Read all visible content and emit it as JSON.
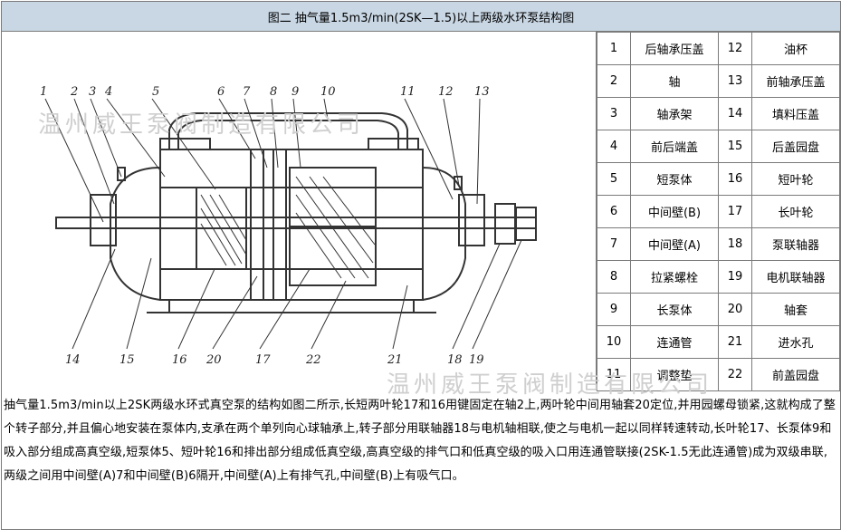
{
  "title": "图二 抽气量1.5m3/min(2SK—1.5)以上两级水环泵结构图",
  "watermark": "温州威王泵阀制造有限公司",
  "callouts": [
    "1",
    "2",
    "3",
    "4",
    "5",
    "6",
    "7",
    "8",
    "9",
    "10",
    "11",
    "12",
    "13",
    "14",
    "15",
    "16",
    "20",
    "17",
    "22",
    "21",
    "18",
    "19"
  ],
  "parts": [
    {
      "n1": "1",
      "p1": "后轴承压盖",
      "n2": "12",
      "p2": "油杯"
    },
    {
      "n1": "2",
      "p1": "轴",
      "n2": "13",
      "p2": "前轴承压盖"
    },
    {
      "n1": "3",
      "p1": "轴承架",
      "n2": "14",
      "p2": "填料压盖"
    },
    {
      "n1": "4",
      "p1": "前后端盖",
      "n2": "15",
      "p2": "后盖园盘"
    },
    {
      "n1": "5",
      "p1": "短泵体",
      "n2": "16",
      "p2": "短叶轮"
    },
    {
      "n1": "6",
      "p1": "中间壁(B)",
      "n2": "17",
      "p2": "长叶轮"
    },
    {
      "n1": "7",
      "p1": "中间壁(A)",
      "n2": "18",
      "p2": "泵联轴器"
    },
    {
      "n1": "8",
      "p1": "拉紧螺栓",
      "n2": "19",
      "p2": "电机联轴器"
    },
    {
      "n1": "9",
      "p1": "长泵体",
      "n2": "20",
      "p2": "轴套"
    },
    {
      "n1": "10",
      "p1": "连通管",
      "n2": "21",
      "p2": "进水孔"
    },
    {
      "n1": "11",
      "p1": "调整垫",
      "n2": "22",
      "p2": "前盖园盘"
    }
  ],
  "description": "抽气量1.5m3/min以上2SK两级水环式真空泵的结构如图二所示,长短两叶轮17和16用键固定在轴2上,两叶轮中间用轴套20定位,并用园螺母锁紧,这就构成了整个转子部分,并且偏心地安装在泵体内,支承在两个单列向心球轴承上,转子部分用联轴器18与电机轴相联,使之与电机一起以同样转速转动,长叶轮17、长泵体9和吸入部分组成高真空级,短泵体5、短叶轮16和排出部分组成低真空级,高真空级的排气口和低真空级的吸入口用连通管联接(2SK-1.5无此连通管)成为双级串联,两级之间用中间壁(A)7和中间壁(B)6隔开,中间壁(A)上有排气孔,中间壁(B)上有吸气口。"
}
